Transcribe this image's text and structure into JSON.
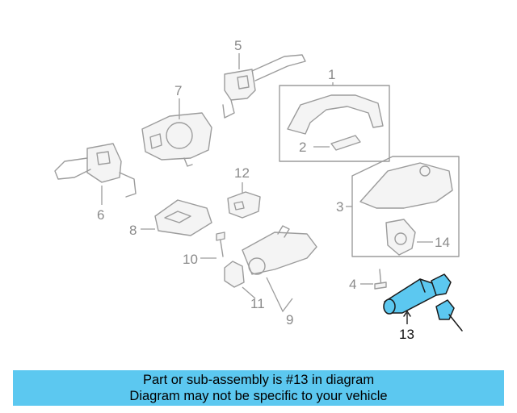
{
  "callouts": {
    "c1": "1",
    "c2": "2",
    "c3": "3",
    "c4": "4",
    "c5": "5",
    "c6": "6",
    "c7": "7",
    "c8": "8",
    "c9": "9",
    "c10": "10",
    "c11": "11",
    "c12": "12",
    "c13": "13",
    "c14": "14"
  },
  "highlighted_part": "13",
  "highlight_color": "#5cc8f0",
  "caption": {
    "line1": "Part or sub-assembly is #13 in diagram",
    "line2": "Diagram may not be specific to your vehicle"
  }
}
